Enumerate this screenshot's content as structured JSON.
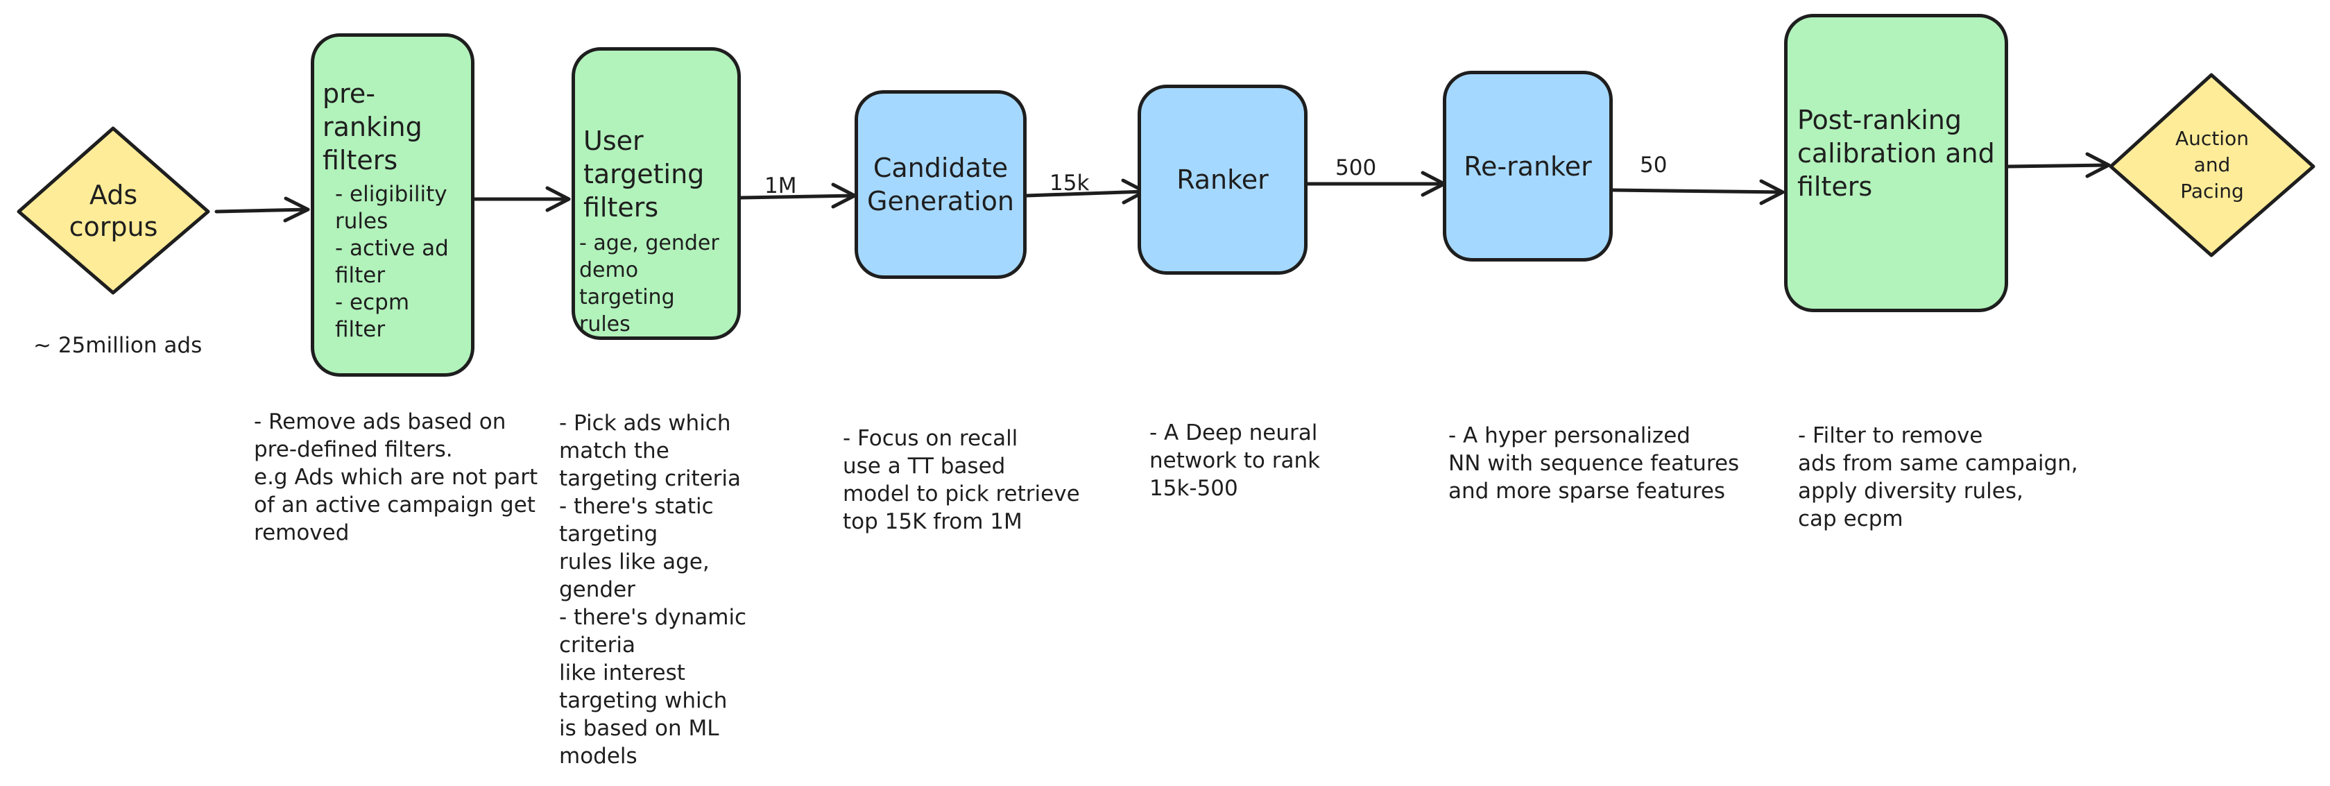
{
  "diamonds": {
    "ads_corpus": {
      "label": "Ads\ncorpus"
    },
    "auction": {
      "label": "Auction\nand\nPacing"
    }
  },
  "boxes": {
    "preranking": {
      "title": "pre-ranking\nfilters",
      "body": "- eligibility\nrules\n- active ad\nfilter\n- ecpm\nfilter"
    },
    "user_targeting": {
      "title": "User\ntargeting\nfilters",
      "body": "- age, gender\ndemo targeting\nrules"
    },
    "candidate": {
      "title": "Candidate\nGeneration"
    },
    "ranker": {
      "title": "Ranker"
    },
    "reranker": {
      "title": "Re-ranker"
    },
    "postranking": {
      "title": "Post-ranking\ncalibration and\nfilters"
    }
  },
  "edge_labels": {
    "e1m": "1M",
    "e15k": "15k",
    "e500": "500",
    "e50": "50"
  },
  "notes": {
    "corpus": "~ 25million ads",
    "preranking": "- Remove ads based on\npre-defined filters.\ne.g Ads which are not part\nof an active campaign get\nremoved",
    "user_targeting": "- Pick ads which\nmatch the\ntargeting criteria\n- there's static\ntargeting\nrules like age,\ngender\n- there's dynamic\ncriteria\nlike interest\ntargeting which\nis based on ML\nmodels",
    "candidate": "- Focus on recall\nuse a TT based\nmodel to pick retrieve\ntop 15K from 1M",
    "ranker": "- A Deep neural\nnetwork to rank\n15k-500",
    "reranker": "- A hyper personalized\nNN with sequence features\nand more sparse features",
    "postranking": "- Filter to remove\nads from same campaign,\napply diversity rules,\ncap ecpm"
  },
  "colors": {
    "green_fill": "#b2f2bb",
    "blue_fill": "#a5d8ff",
    "yellow_fill": "#ffec99",
    "stroke": "#1e1e1e"
  }
}
